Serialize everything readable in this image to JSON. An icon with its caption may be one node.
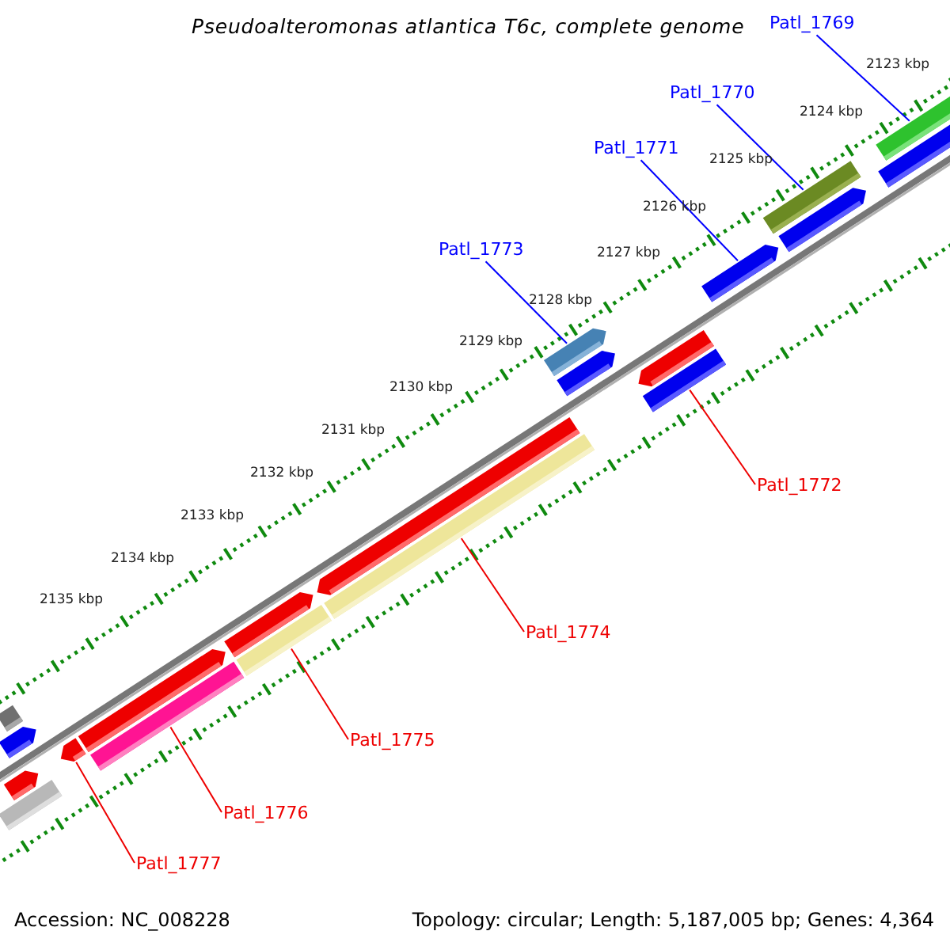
{
  "diagram": {
    "title": "Pseudoalteromonas atlantica T6c, complete genome",
    "nodes": [
      {
        "text": [
          "Patl_1769"
        ]
      },
      {
        "text": [],
        "shape": "bar"
      },
      {
        "text": [
          "Patl_1770"
        ]
      },
      {
        "text": [],
        "shape": "bar"
      },
      {
        "text": [
          "Patl_1771"
        ]
      },
      {
        "text": [],
        "shape": "bar"
      },
      {
        "text": [
          "Patl_1773"
        ]
      },
      {
        "text": [],
        "shape": "bar"
      },
      {
        "text": [
          "Patl_1772"
        ]
      },
      {
        "text": [],
        "shape": "bar"
      },
      {
        "text": [
          "Patl_1774"
        ]
      },
      {
        "text": [],
        "shape": "bar"
      },
      {
        "text": [
          "Patl_1775"
        ]
      },
      {
        "text": [],
        "shape": "bar"
      },
      {
        "text": [
          "Patl_1776"
        ]
      },
      {
        "text": [],
        "shape": "bar"
      },
      {
        "text": [
          "Patl_1777"
        ]
      },
      {
        "text": [],
        "shape": "bar"
      }
    ],
    "edges": [
      {
        "from": 0,
        "to": 1,
        "arrow": "none",
        "color": "#0000ff"
      },
      {
        "from": 2,
        "to": 3,
        "arrow": "none",
        "color": "#0000ff"
      },
      {
        "from": 4,
        "to": 5,
        "arrow": "none",
        "color": "#0000ff"
      },
      {
        "from": 6,
        "to": 7,
        "arrow": "none",
        "color": "#0000ff"
      },
      {
        "from": 8,
        "to": 9,
        "arrow": "none"
      },
      {
        "from": 10,
        "to": 11,
        "arrow": "none"
      },
      {
        "from": 12,
        "to": 13,
        "arrow": "none"
      },
      {
        "from": 14,
        "to": 15,
        "arrow": "none"
      },
      {
        "from": 16,
        "to": 17,
        "arrow": "none"
      }
    ],
    "labels": [
      "2123 kbp",
      "2124 kbp",
      "2125 kbp",
      "2126 kbp",
      "2127 kbp",
      "2128 kbp",
      "2129 kbp",
      "2130 kbp",
      "2131 kbp",
      "2132 kbp",
      "2133 kbp",
      "2134 kbp",
      "2135 kbp",
      "Accession: NC_008228",
      "Topology: circular; Length: 5,187,005 bp; Genes: 4,364"
    ]
  }
}
